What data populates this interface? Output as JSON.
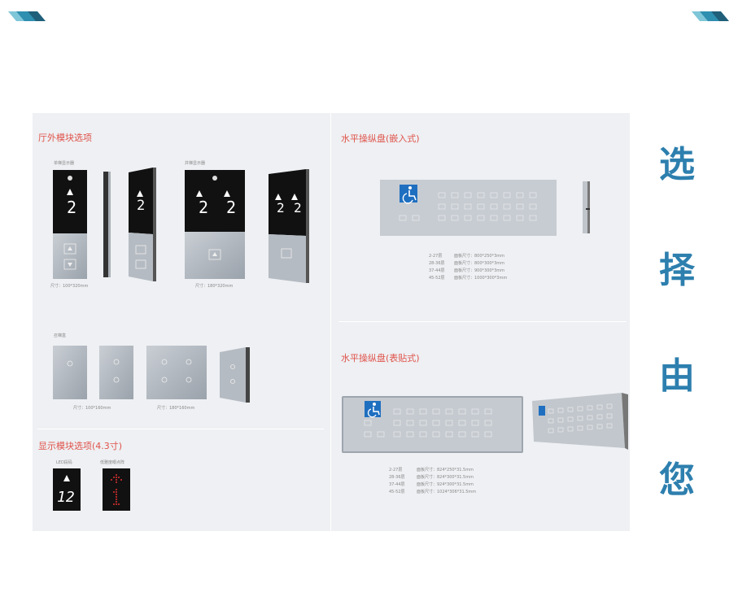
{
  "colors": {
    "accent": "#e0524a",
    "brand": "#2d7fae",
    "stripe1": "#2e8fb0",
    "stripe2": "#7fc6d8",
    "stripe3": "#1f5f7a"
  },
  "sections": {
    "hall": {
      "title": "厅外模块选项",
      "single_label": "单梯显示器",
      "single_size": "尺寸：100*320mm",
      "dual_label": "并梯显示器",
      "dual_size": "尺寸：180*320mm",
      "call_label": "召梯盒",
      "call_size1": "尺寸：100*160mm",
      "call_size2": "尺寸：180*160mm",
      "floor_num": "2"
    },
    "display": {
      "title": "显示模块选项(4.3寸)",
      "led_label": "LED段码",
      "matrix_label": "低雅度眼点阵",
      "led_value": "12"
    },
    "embedded": {
      "title": "水平操纵盘(嵌入式)",
      "specs": [
        {
          "floors": "2-27层",
          "size": "面板尺寸：800*250*3mm"
        },
        {
          "floors": "28-36层",
          "size": "面板尺寸：800*300*3mm"
        },
        {
          "floors": "37-44层",
          "size": "面板尺寸：900*300*3mm"
        },
        {
          "floors": "45-52层",
          "size": "面板尺寸：1000*300*3mm"
        }
      ]
    },
    "surface": {
      "title": "水平操纵盘(表贴式)",
      "specs": [
        {
          "floors": "2-27层",
          "size": "面板尺寸：824*250*31.5mm"
        },
        {
          "floors": "28-36层",
          "size": "面板尺寸：824*300*31.5mm"
        },
        {
          "floors": "37-44层",
          "size": "面板尺寸：924*300*31.5mm"
        },
        {
          "floors": "45-52层",
          "size": "面板尺寸：1024*306*31.5mm"
        }
      ]
    }
  },
  "slogan": [
    "选",
    "择",
    "由",
    "您"
  ]
}
